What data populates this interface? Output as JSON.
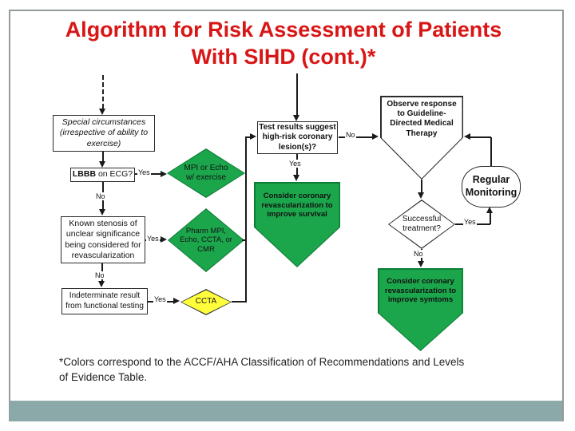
{
  "title": {
    "line1": "Algorithm for Risk Assessment of Patients",
    "line2": "With SIHD (cont.)*"
  },
  "nodes": {
    "special": "Special circumstances (irrespective of ability to exercise)",
    "lbbb_bold": "LBBB",
    "lbbb_rest": " on ECG?",
    "mpi": "MPI or Echo w/ exercise",
    "known": "Known stenosis of unclear significance being considered for revascularization",
    "pharm": "Pharm MPI, Echo, CCTA, or CMR",
    "indeterminate": "Indeterminate result from functional testing",
    "ccta": "CCTA",
    "test": "Test results suggest high-risk coronary lesion(s)?",
    "survival": "Consider coronary revascularization to improve survival",
    "observe": "Observe response to Guideline-Directed Medical Therapy",
    "successful": "Successful treatment?",
    "regular_monitoring": "Regular Monitoring",
    "symptoms": "Consider coronary revascularization to improve symtoms"
  },
  "edge_labels": {
    "yes": "Yes",
    "no": "No"
  },
  "footnote": {
    "line1": "*Colors correspond to the ACCF/AHA Classification of Recommendations and Levels",
    "line2": "of Evidence Table."
  },
  "colors": {
    "green": "#1ca64c",
    "green_border": "#0d7c35",
    "yellow": "#ffff3b",
    "title_red": "#d91616",
    "footer_teal": "#8ca9a9",
    "line": "#1a1a1a"
  }
}
